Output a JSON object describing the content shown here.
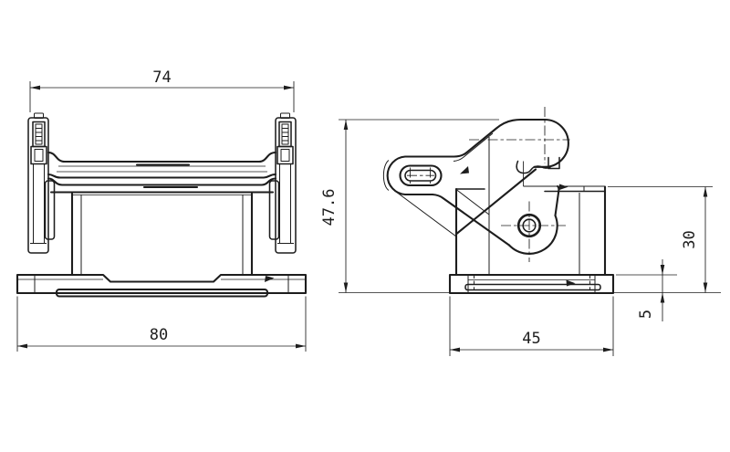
{
  "drawing": {
    "background_color": "#ffffff",
    "line_color": "#1d1d1d",
    "dimensions": {
      "front_top_width": "74",
      "front_base_width": "80",
      "side_overall_height": "47.6",
      "side_body_height": "30",
      "flange_thickness": "5",
      "side_base_width": "45"
    }
  }
}
